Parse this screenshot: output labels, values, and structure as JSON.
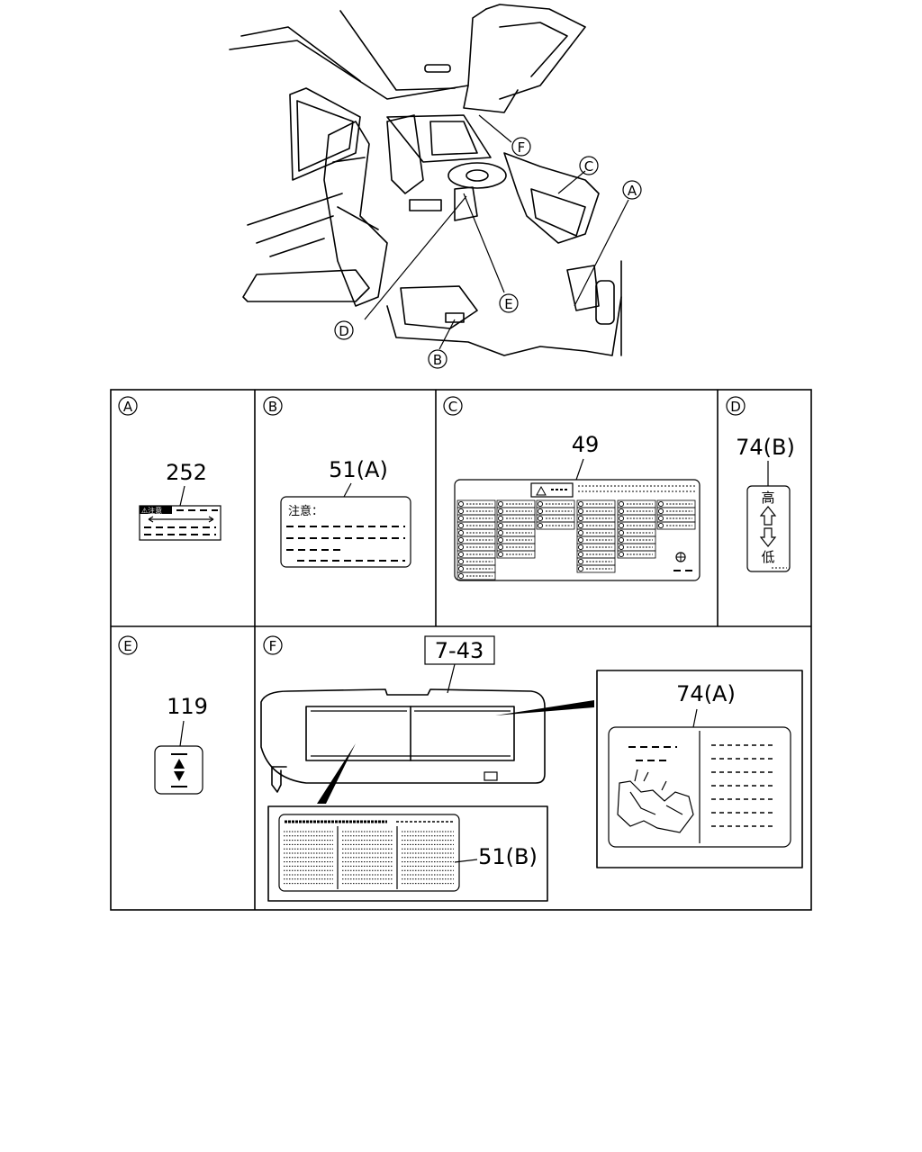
{
  "overview": {
    "callouts": [
      "F",
      "C",
      "A",
      "E",
      "D",
      "B"
    ]
  },
  "panels": {
    "A": {
      "letter": "A",
      "part_no": "252",
      "label_head": "⚠注意"
    },
    "B": {
      "letter": "B",
      "part_no": "51(A)",
      "label_head": "注意："
    },
    "C": {
      "letter": "C",
      "part_no": "49"
    },
    "D": {
      "letter": "D",
      "part_no": "74(B)",
      "top_char": "高",
      "bottom_char": "低"
    },
    "E": {
      "letter": "E",
      "part_no": "119"
    },
    "F": {
      "letter": "F",
      "part_no_main": "7-43",
      "part_no_label_b": "51(B)",
      "part_no_label_a": "74(A)"
    }
  }
}
